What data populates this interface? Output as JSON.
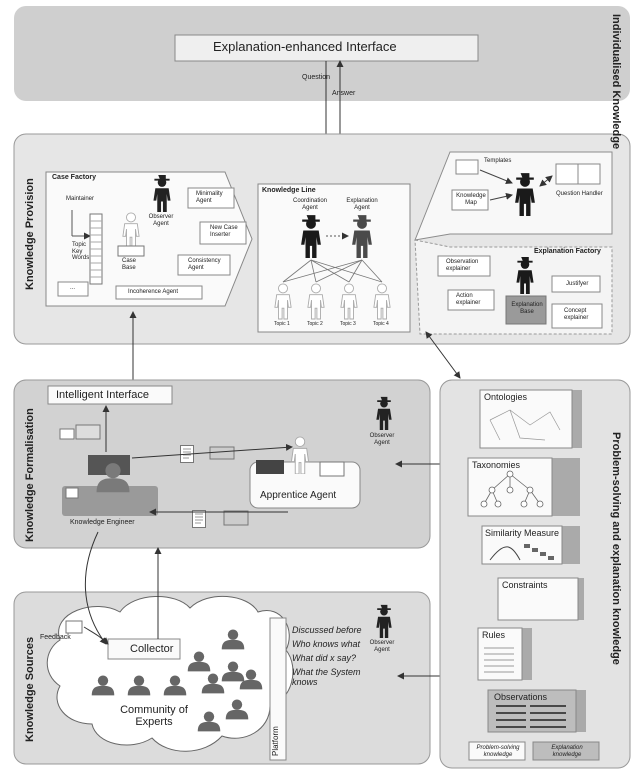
{
  "top": {
    "side_label": "Individualised Knowledge",
    "interface": "Explanation-enhanced Interface",
    "question": "Question",
    "answer": "Answer"
  },
  "provision": {
    "side_label": "Knowledge Provision",
    "case_factory": {
      "title": "Case Factory",
      "maintainer": "Maintainer",
      "topic_keywords": "Topic Key Words",
      "case_base": "Case Base",
      "observer_agent": "Observer Agent",
      "minimality_agent": "Minimality Agent",
      "new_case_inserter": "New Case Inserter",
      "consistency_agent": "Consistency Agent",
      "incoherence_agent": "Incoherence Agent",
      "small_agent": "..."
    },
    "knowledge_line": {
      "title": "Knowledge Line",
      "coordination_agent": "Coordination Agent",
      "explanation_agent": "Explanation Agent",
      "topics": [
        "Topic 1",
        "Topic 2",
        "Topic 3",
        "Topic 4"
      ]
    },
    "templates": {
      "templates": "Templates",
      "knowledge_map": "Knowledge Map",
      "question_handler": "Question Handler"
    },
    "explanation_factory": {
      "title": "Explanation Factory",
      "observation_explainer": "Observation explainer",
      "action_explainer": "Action explainer",
      "justifyer": "Justifyer",
      "explanation_base": "Explanation Base",
      "concept_explainer": "Concept explainer"
    }
  },
  "formalisation": {
    "side_label": "Knowledge Formalisation",
    "intelligent_interface": "Intelligent Interface",
    "observer_agent": "Observer Agent",
    "apprentice_agent": "Apprentice Agent",
    "knowledge_engineer": "Knowledge Engineer"
  },
  "sources": {
    "side_label": "Knowledge Sources",
    "feedback": "Feedback",
    "collector": "Collector",
    "community": "Community of Experts",
    "platform": "Platform",
    "observer_agent": "Observer Agent",
    "queries": [
      "Discussed before",
      "Who knows what",
      "What did x say?",
      "What the System knows"
    ]
  },
  "problem_solving": {
    "side_label": "Problem-solving and explanation knowledge",
    "containers": [
      "Ontologies",
      "Taxonomies",
      "Similarity Measure",
      "Constraints",
      "Rules",
      "Observations"
    ],
    "legend_problem": "Problem-solving knowledge",
    "legend_explanation": "Explanation knowledge"
  }
}
